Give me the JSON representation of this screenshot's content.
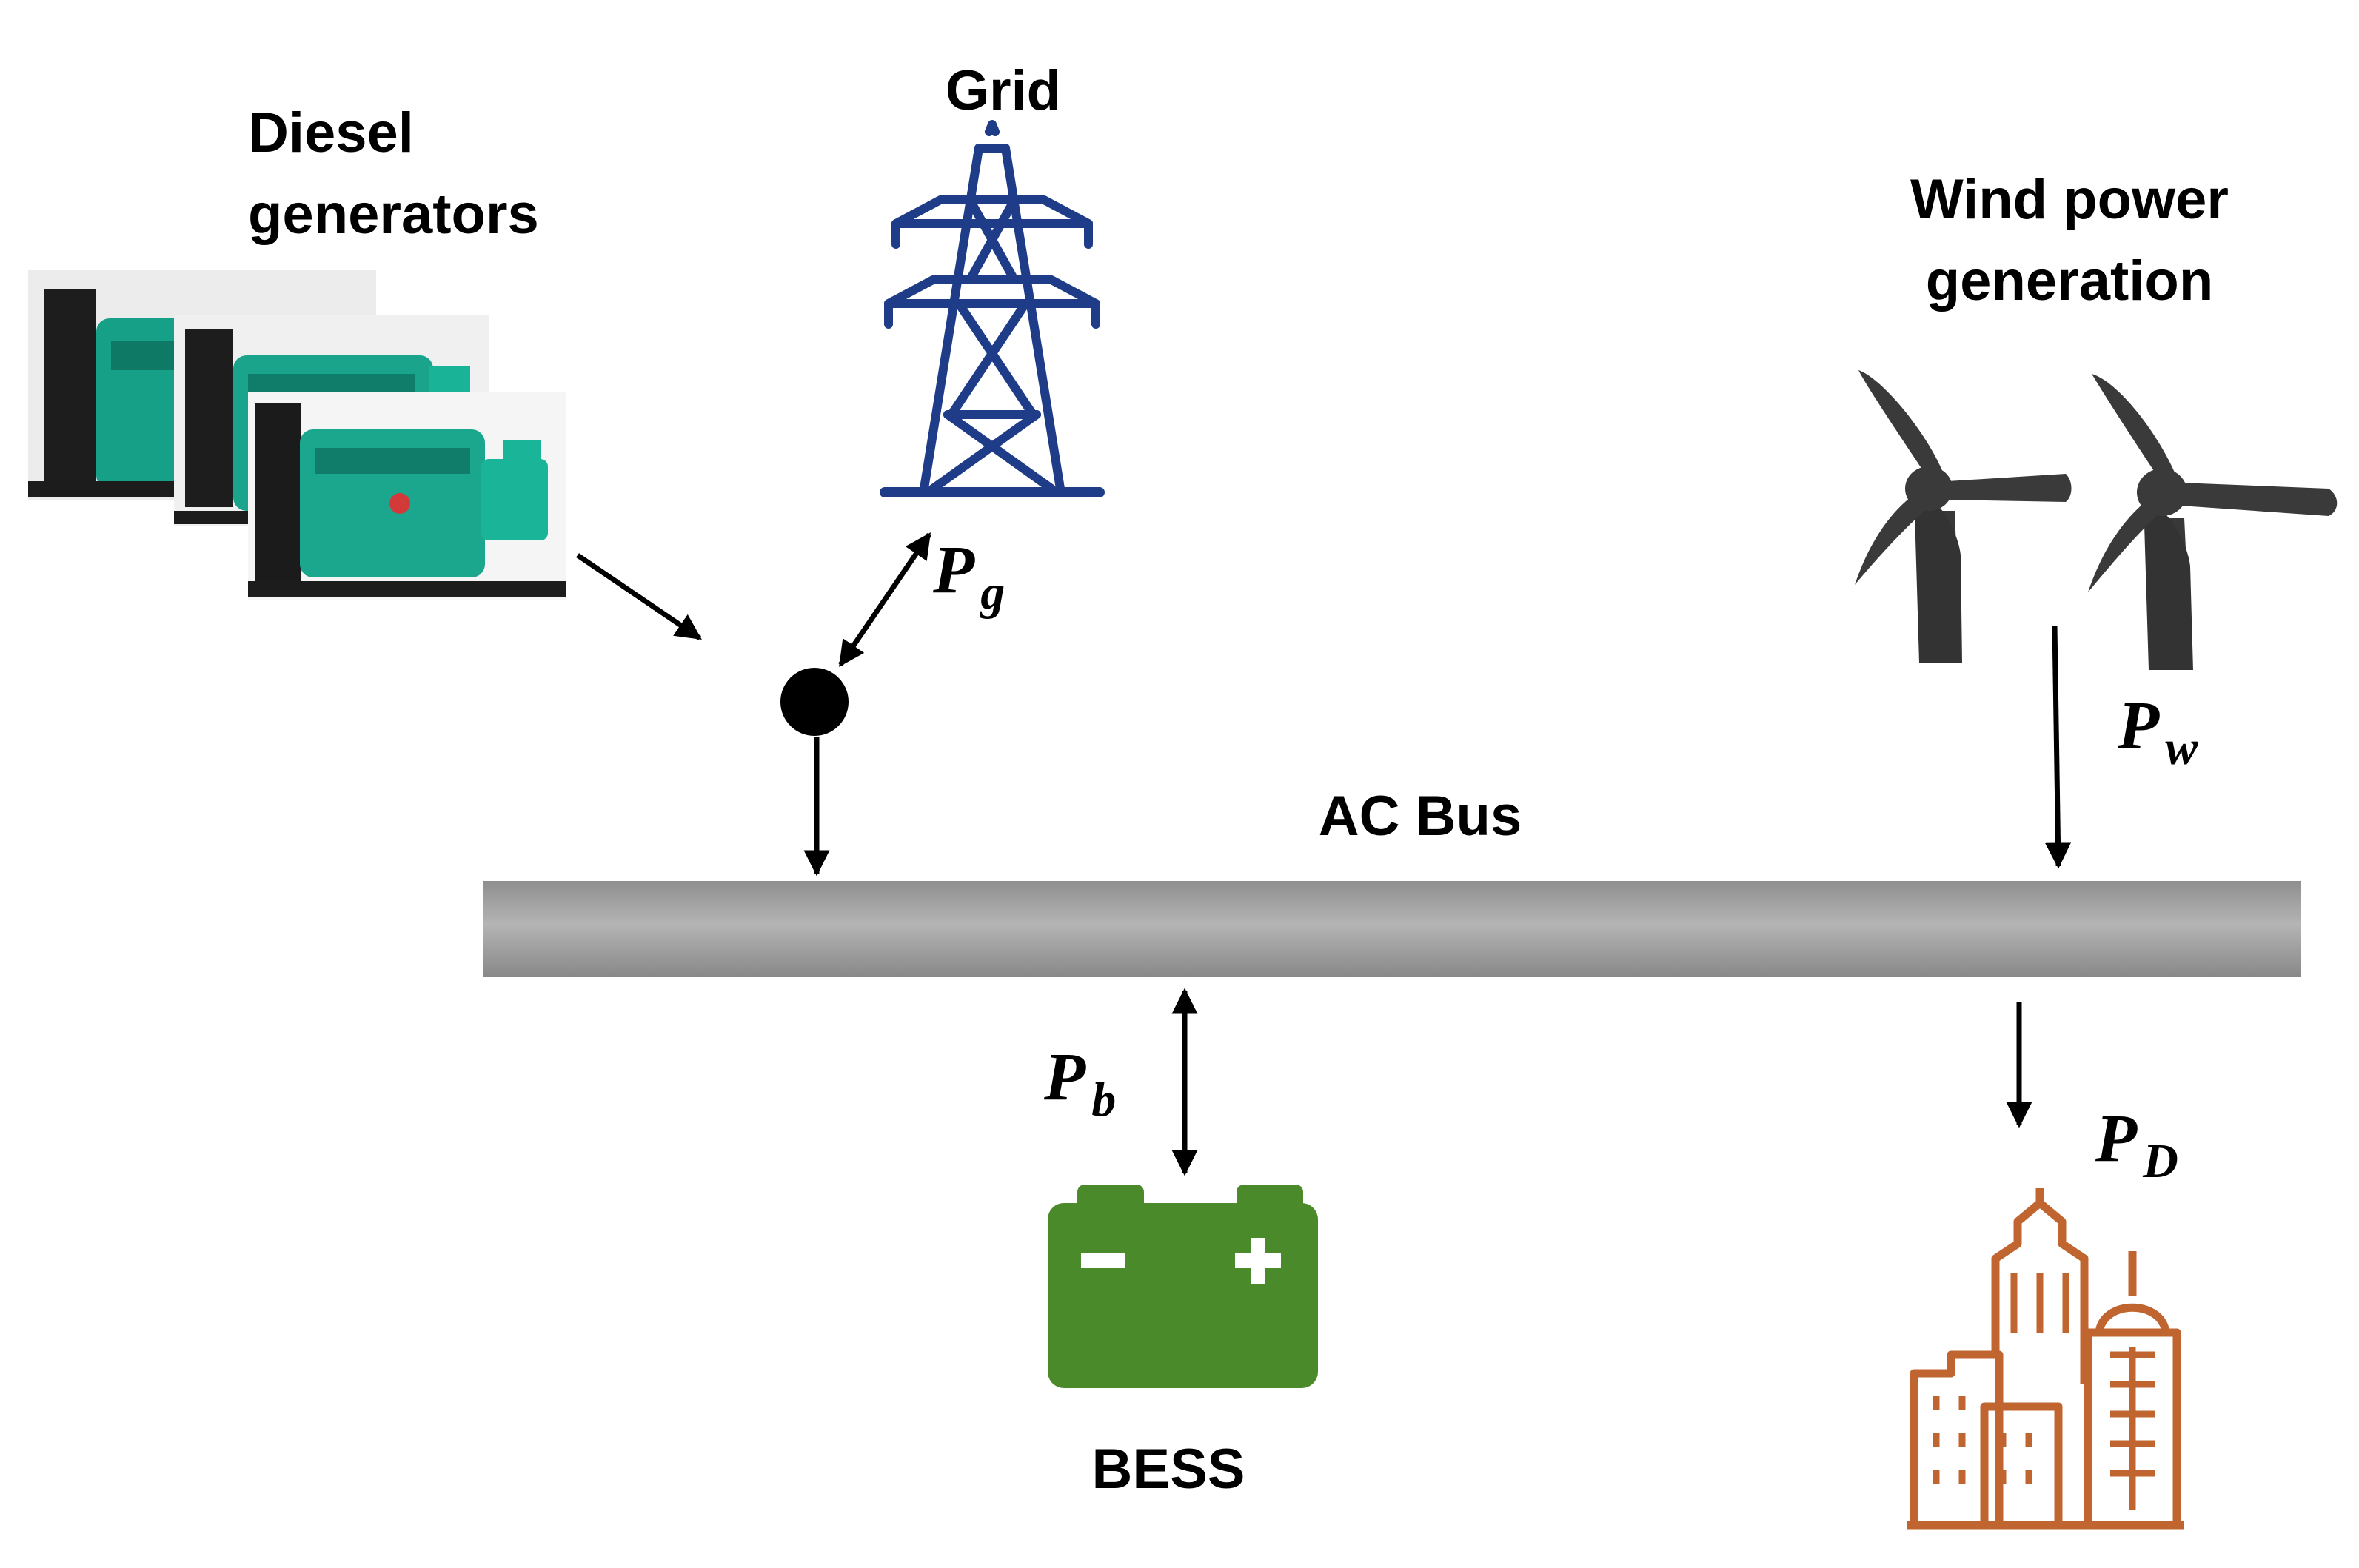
{
  "labels": {
    "diesel_line1": "Diesel",
    "diesel_line2": "generators",
    "grid": "Grid",
    "wind_line1": "Wind power",
    "wind_line2": "generation",
    "ac_bus": "AC Bus",
    "bess": "BESS"
  },
  "symbols": {
    "pg": {
      "base": "P",
      "sub": "g"
    },
    "pw": {
      "base": "P",
      "sub": "w"
    },
    "pb": {
      "base": "P",
      "sub": "b"
    },
    "pd": {
      "base": "P",
      "sub": "D"
    }
  },
  "icons": {
    "diesel": "diesel-generator-icon",
    "grid": "transmission-tower-icon",
    "wind": "wind-turbine-icon",
    "battery": "battery-icon",
    "load": "city-buildings-icon"
  },
  "colors": {
    "tower": "#1f3c88",
    "battery": "#4a8a2a",
    "buildings": "#c0652f",
    "turbine": "#3a3a3a",
    "generator": "#17a088",
    "bus_light": "#b8b8b8",
    "bus_dark": "#8a8a8a"
  }
}
